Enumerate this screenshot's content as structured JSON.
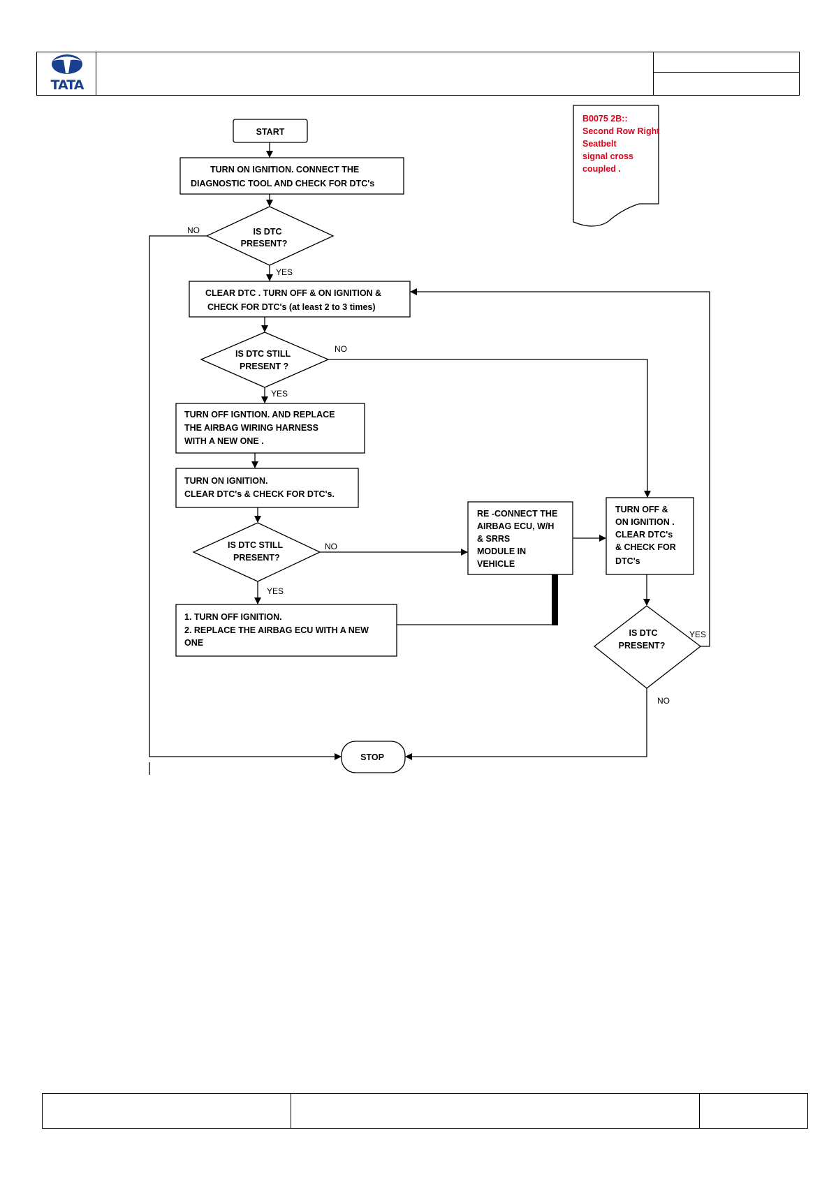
{
  "logo": {
    "text": "TATA",
    "color": "#1b3f8f"
  },
  "note": {
    "lines": [
      "B0075 2B::",
      "Second Row Right",
      "Seatbelt",
      "signal cross",
      "coupled ."
    ],
    "color": "#e0001a"
  },
  "nodes": {
    "start": "START",
    "ignition": [
      "TURN ON IGNITION.     CONNECT THE",
      "DIAGNOSTIC TOOL AND CHECK FOR DTC's"
    ],
    "dtc_present_1": [
      "IS DTC",
      "PRESENT?"
    ],
    "clear_dtc": [
      "CLEAR DTC     . TURN OFF & ON IGNITION &",
      "CHECK FOR DTC's        (at least  2 to 3 times)"
    ],
    "dtc_still_1": [
      "IS DTC    STILL",
      "PRESENT    ?"
    ],
    "replace_harness": [
      "TURN OFF IGNTION. AND         REPLACE",
      "THE  AIRBAG   WIRING HARNESS",
      "WITH A NEW ONE     ."
    ],
    "turn_on_clear": [
      "TURN ON IGNITION.",
      "CLEAR DTC's        & CHECK FOR DTC's."
    ],
    "dtc_still_2": [
      "IS DTC    STILL",
      "PRESENT?"
    ],
    "replace_ecu": [
      "1. TURN OFF IGNITION.",
      "2. REPLACE THE AIRBAG ECU WITH             A NEW",
      "    ONE"
    ],
    "reconnect": [
      "RE -CONNECT THE",
      "AIRBAG   ECU,   W/H",
      "& SRRS",
      "MODULE    IN",
      "VEHICLE"
    ],
    "turn_off_on": [
      "TURN OFF &",
      "ON IGNITION   .",
      "CLEAR DTC's",
      "& CHECK FOR",
      "DTC's"
    ],
    "dtc_present_2": [
      "IS DTC",
      "PRESENT?"
    ],
    "stop": "STOP"
  },
  "labels": {
    "no_1": "NO",
    "yes_1": "YES",
    "no_2": "NO",
    "yes_2": "YES",
    "no_3": "NO",
    "yes_3": "YES",
    "yes_4": "YES",
    "no_4": "NO"
  }
}
